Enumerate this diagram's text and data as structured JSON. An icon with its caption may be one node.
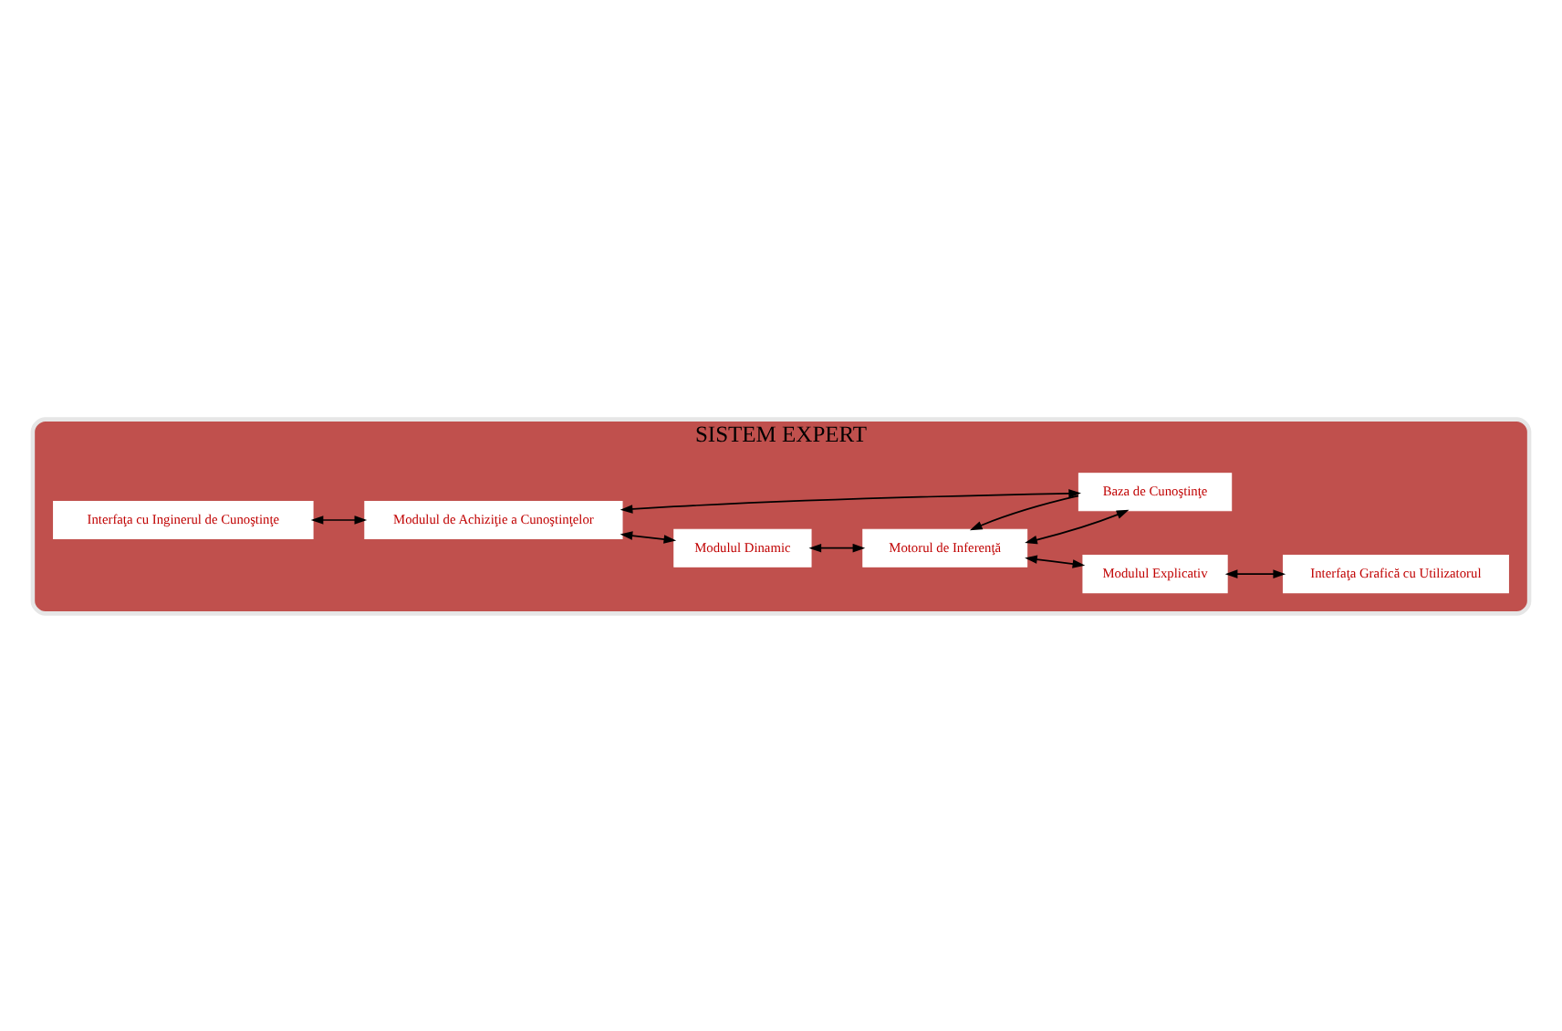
{
  "diagram": {
    "nodes": [
      {
        "text": [
          "SISTEM EXPERT"
        ]
      },
      {
        "text": [
          "Interfaţa cu Inginerul de Cunoştinţe"
        ],
        "in": 0
      },
      {
        "text": [
          "Modulul de Achiziţie a Cunoştinţelor"
        ],
        "in": 0
      },
      {
        "text": [
          "Modulul Dinamic"
        ],
        "in": 0
      },
      {
        "text": [
          "Modulul Explicativ"
        ],
        "in": 0
      },
      {
        "text": [
          "Interfaţa Grafică cu Utilizatorul"
        ],
        "in": 0
      },
      {
        "text": [
          "Baza de Cunoştinţe"
        ],
        "in": 0
      },
      {
        "text": [
          "Motorul de Inferenţă"
        ],
        "in": 0
      }
    ],
    "edges": [
      {
        "from": 1,
        "to": 2,
        "arrow": "both"
      },
      {
        "from": 2,
        "to": 3,
        "arrow": "both"
      },
      {
        "from": 2,
        "to": 6,
        "arrow": "both"
      },
      {
        "from": 3,
        "to": 7,
        "arrow": "both"
      },
      {
        "from": 4,
        "to": 5,
        "arrow": "both"
      },
      {
        "from": 6,
        "to": 7,
        "arrow": "to"
      },
      {
        "from": 7,
        "to": 4,
        "arrow": "both"
      },
      {
        "from": 7,
        "to": 6,
        "arrow": "both"
      }
    ]
  }
}
